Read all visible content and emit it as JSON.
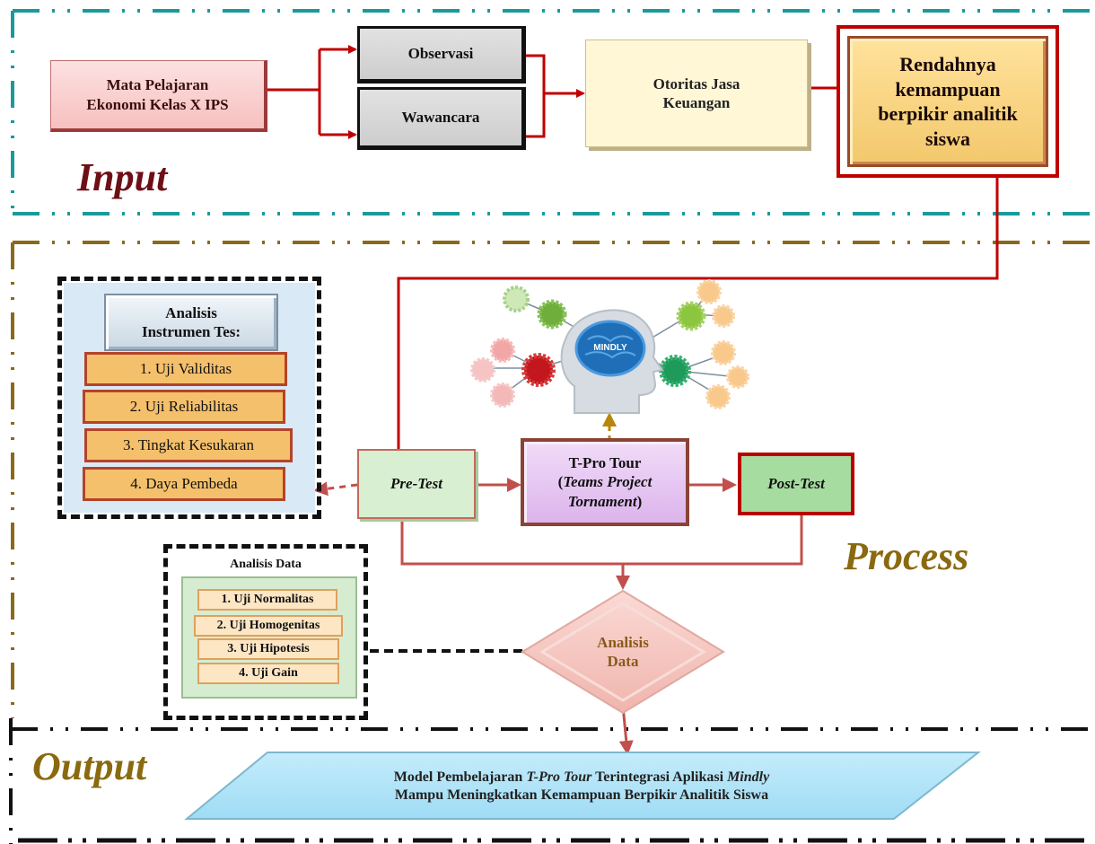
{
  "sections": {
    "input": "Input",
    "process": "Process",
    "output": "Output"
  },
  "input": {
    "subject_line1": "Mata Pelajaran",
    "subject_line2": "Ekonomi Kelas X IPS",
    "observation": "Observasi",
    "interview": "Wawancara",
    "authority_line1": "Otoritas Jasa",
    "authority_line2": "Keuangan",
    "problem_line1": "Rendahnya",
    "problem_line2": "kemampuan",
    "problem_line3": "berpikir analitik",
    "problem_line4": "siswa"
  },
  "instrument_analysis": {
    "title_line1": "Analisis",
    "title_line2": "Instrumen Tes:",
    "items": [
      "1. Uji Validitas",
      "2. Uji Reliabilitas",
      "3. Tingkat Kesukaran",
      "4. Daya Pembeda"
    ]
  },
  "process": {
    "pretest": "Pre-Test",
    "tpro_line1": "T-Pro Tour",
    "tpro_open": "(",
    "tpro_line2": "Teams Project",
    "tpro_line3": "Tornament",
    "tpro_close": ")",
    "posttest": "Post-Test",
    "brain_label": "MINDLY"
  },
  "data_analysis": {
    "title": "Analisis Data",
    "items": [
      "1. Uji Normalitas",
      "2. Uji Homogenitas",
      "3. Uji Hipotesis",
      "4. Uji Gain"
    ],
    "diamond_line1": "Analisis",
    "diamond_line2": "Data"
  },
  "output": {
    "text1_a": "Model Pembelajaran ",
    "text1_b": "T-Pro Tour",
    "text1_c": " Terintegrasi Aplikasi ",
    "text1_d": "Mindly",
    "text2": "Mampu Meningkatkan Kemampuan Berpikir Analitik Siswa"
  },
  "colors": {
    "input_border": "#1a9a9a",
    "process_border": "#8a6a1a",
    "output_border": "#111111",
    "arrow_red": "#c00000",
    "arrow_salmon": "#c0504d",
    "arrow_gold": "#b8860b"
  }
}
